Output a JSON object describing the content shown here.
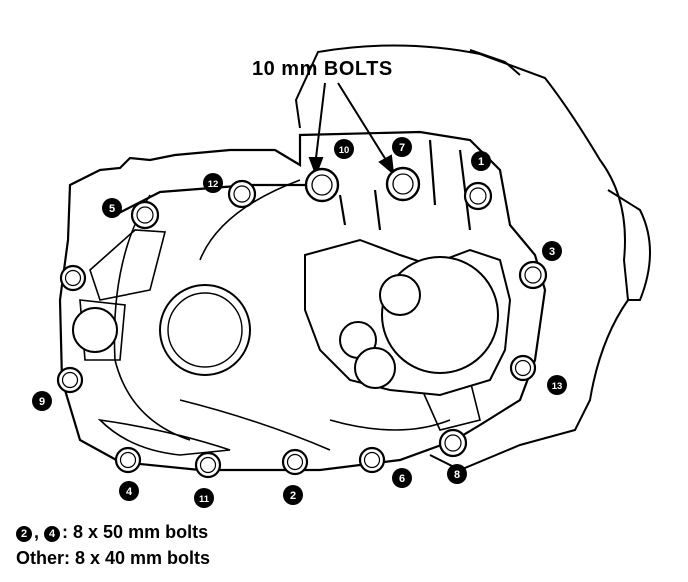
{
  "callout": "10 mm BOLTS",
  "bolts": [
    {
      "num": "1"
    },
    {
      "num": "2"
    },
    {
      "num": "3"
    },
    {
      "num": "4"
    },
    {
      "num": "5"
    },
    {
      "num": "6"
    },
    {
      "num": "7"
    },
    {
      "num": "8"
    },
    {
      "num": "9"
    },
    {
      "num": "10"
    },
    {
      "num": "11"
    },
    {
      "num": "12"
    },
    {
      "num": "13"
    }
  ],
  "legend": {
    "mark_a": "2",
    "sep": ",",
    "mark_b": "4",
    "line1_text": ": 8 x 50 mm bolts",
    "line2_text": "Other:  8 x 40 mm bolts"
  }
}
